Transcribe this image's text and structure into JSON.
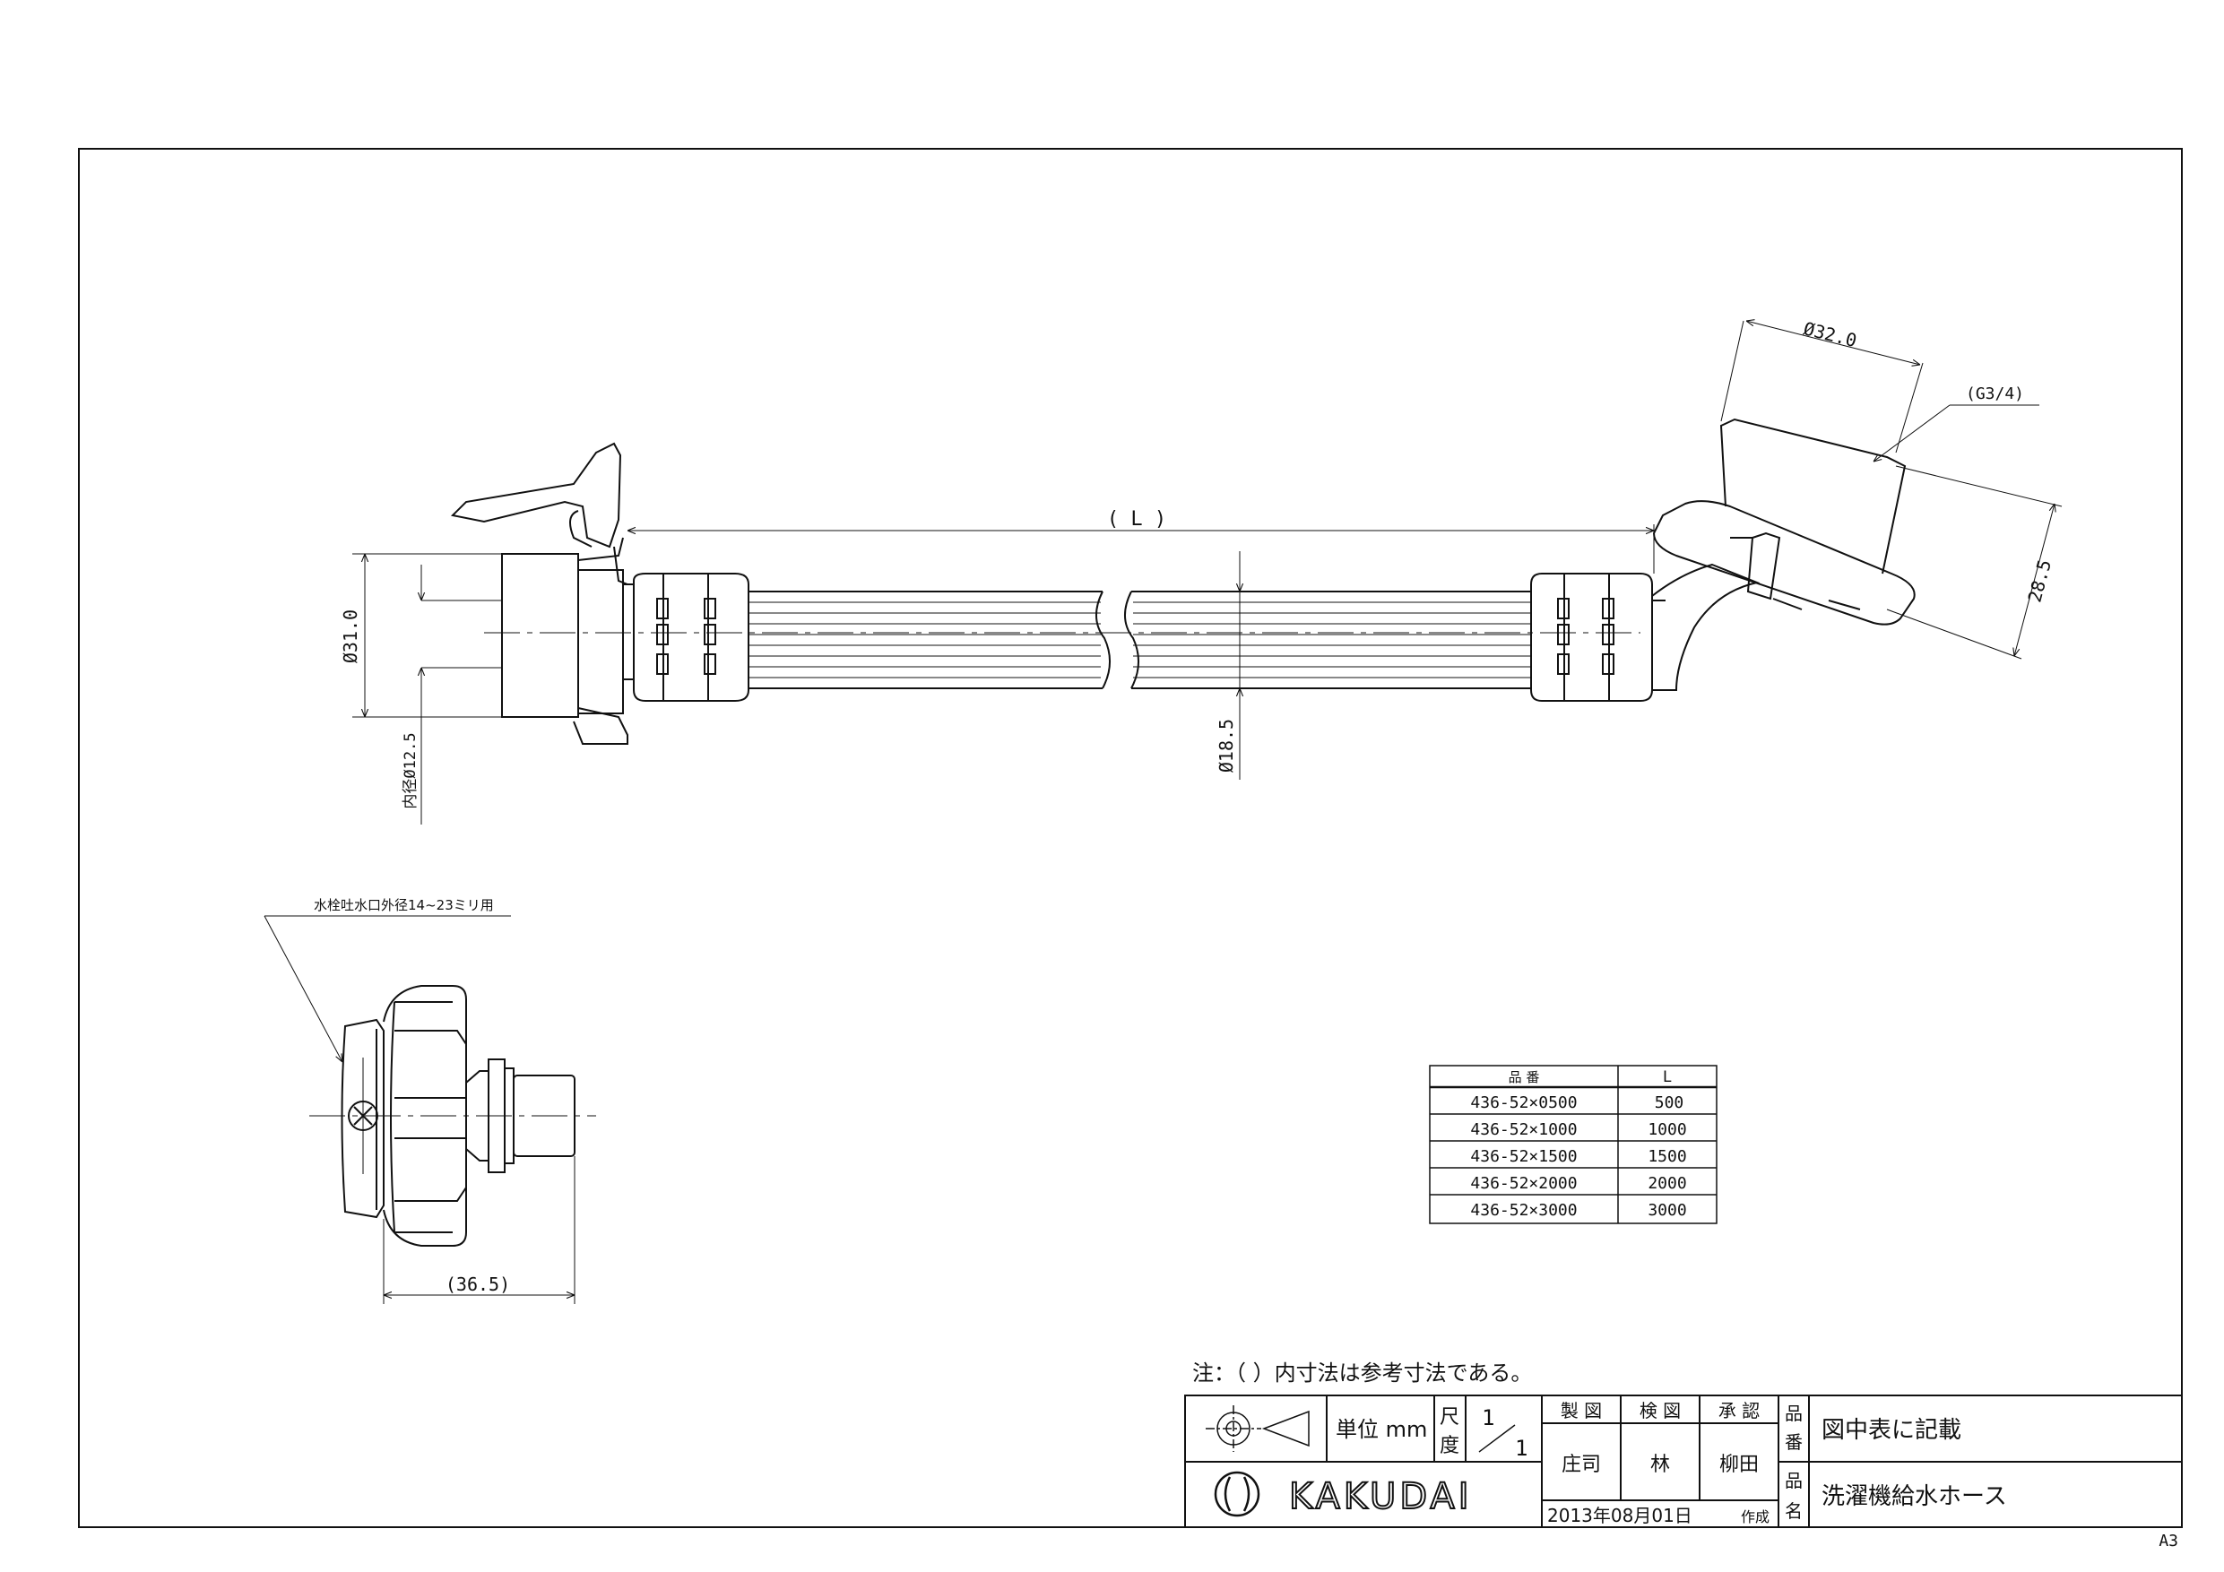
{
  "dimensions": {
    "L": "( L )",
    "dia_32": "Ø32.0",
    "g34": "(G3/4)",
    "d28_5": "28.5",
    "dia_31": "Ø31.0",
    "inner_dia": "内径Ø12.5",
    "dia_18_5": "Ø18.5",
    "d36_5": "(36.5)"
  },
  "faucet_note": "水栓吐水口外径14~23ミリ用",
  "parts_table": {
    "headers": [
      "品 番",
      "L"
    ],
    "rows": [
      [
        "436-52×0500",
        "500"
      ],
      [
        "436-52×1000",
        "1000"
      ],
      [
        "436-52×1500",
        "1500"
      ],
      [
        "436-52×2000",
        "2000"
      ],
      [
        "436-52×3000",
        "3000"
      ]
    ]
  },
  "note": "注：（ ）内寸法は参考寸法である。",
  "title_block": {
    "unit_label": "単位",
    "unit_value": "mm",
    "scale_label_1": "尺",
    "scale_label_2": "度",
    "scale_num": "1",
    "scale_den": "1",
    "headers": [
      "製 図",
      "検 図",
      "承 認"
    ],
    "names": [
      "庄司",
      "林",
      "柳田"
    ],
    "date": "2013年08月01日",
    "created": "作成",
    "part_no_label_1": "品",
    "part_no_label_2": "番",
    "part_no_value": "図中表に記載",
    "part_name_label_1": "品",
    "part_name_label_2": "名",
    "part_name_value": "洗濯機給水ホース",
    "logo": "KAKUDAI"
  },
  "sheet_size": "A3"
}
